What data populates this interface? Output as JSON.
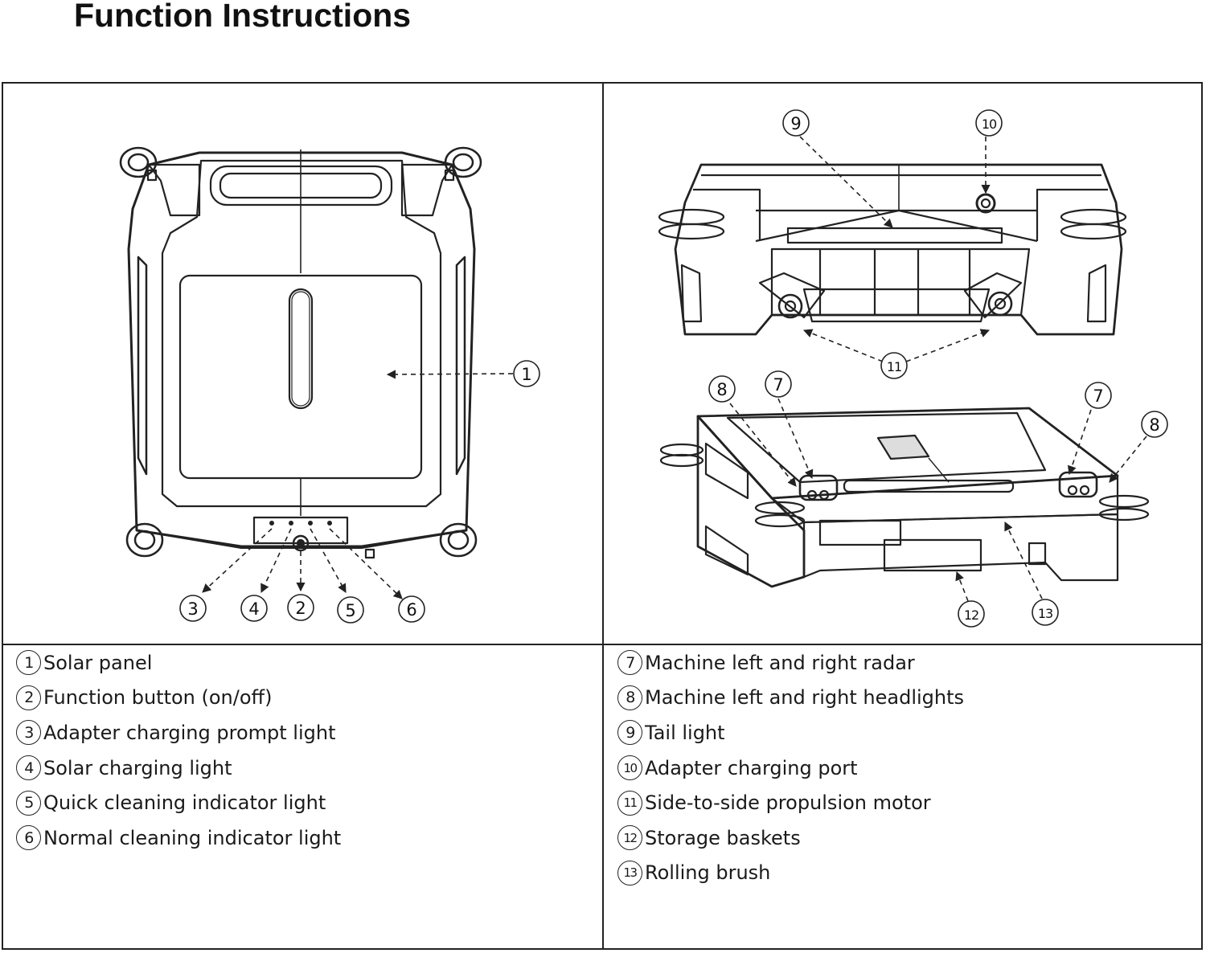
{
  "title": "Function Instructions",
  "callouts": [
    "1",
    "2",
    "3",
    "4",
    "5",
    "6",
    "7",
    "8",
    "9",
    "10",
    "11",
    "12",
    "13"
  ],
  "legend_left": [
    {
      "num": "1",
      "text": "Solar panel"
    },
    {
      "num": "2",
      "text": "Function button (on/off)"
    },
    {
      "num": "3",
      "text": "Adapter charging prompt light"
    },
    {
      "num": "4",
      "text": "Solar charging light"
    },
    {
      "num": "5",
      "text": "Quick cleaning indicator light"
    },
    {
      "num": "6",
      "text": "Normal cleaning indicator light"
    }
  ],
  "legend_right": [
    {
      "num": "7",
      "text": "Machine left and right radar"
    },
    {
      "num": "8",
      "text": "Machine left and right headlights"
    },
    {
      "num": "9",
      "text": "Tail light"
    },
    {
      "num": "10",
      "text": "Adapter charging port"
    },
    {
      "num": "11",
      "text": "Side-to-side propulsion motor"
    },
    {
      "num": "12",
      "text": "Storage baskets"
    },
    {
      "num": "13",
      "text": "Rolling brush"
    }
  ]
}
